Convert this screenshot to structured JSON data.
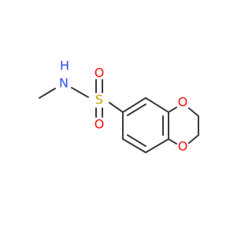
{
  "atoms": {
    "nitrogen": {
      "symbol": "N",
      "color": "#3050f8"
    },
    "hydrogen": {
      "symbol": "H",
      "color": "#3050f8"
    },
    "sulfur": {
      "symbol": "S",
      "color": "#c8a400"
    },
    "oxygen_sulfonyl_top": {
      "symbol": "O",
      "color": "#ff0d0d"
    },
    "oxygen_sulfonyl_bottom": {
      "symbol": "O",
      "color": "#ff0d0d"
    },
    "oxygen_ring_top": {
      "symbol": "O",
      "color": "#ff0d0d"
    },
    "oxygen_ring_bottom": {
      "symbol": "O",
      "color": "#ff0d0d"
    }
  },
  "bond_color": "#3a3a3a"
}
